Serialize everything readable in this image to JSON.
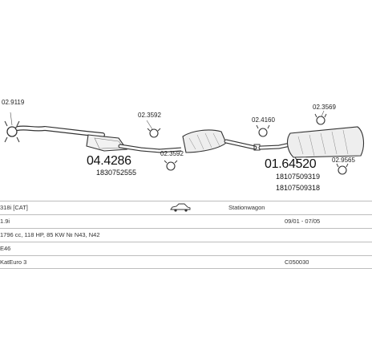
{
  "parts": {
    "clamp_front": "02.9119",
    "clamp_mid_upper": "02.3592",
    "clamp_mid_lower": "02.3592",
    "hanger_mid": "02.4160",
    "clamp_rear_upper": "02.3569",
    "clamp_rear_lower": "02.9565"
  },
  "assemblies": {
    "front": {
      "number": "04.4286",
      "oe_numbers": [
        "1830752555"
      ]
    },
    "rear": {
      "number": "01.64520",
      "oe_numbers": [
        "18107509319",
        "18107509318"
      ]
    }
  },
  "vehicle": {
    "model": "318i [CAT]",
    "engine": "1.9i",
    "specs": "1796 cc, 118 HP, 85 KW № N43, N42",
    "chassis": "E46",
    "emission": "KatEuro 3",
    "body_type": "Stationwagon",
    "date_range": "09/01 - 07/05",
    "code": "C050030"
  },
  "icons": {
    "body_style": "car-side-icon"
  }
}
